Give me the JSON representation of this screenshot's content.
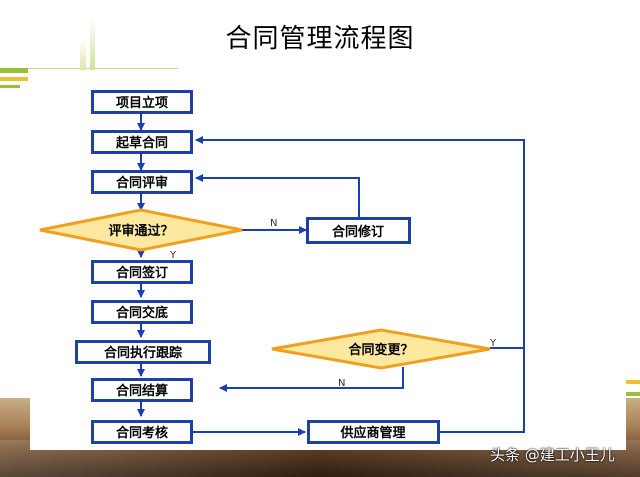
{
  "title": "合同管理流程图",
  "nodes": {
    "project_setup": "项目立项",
    "draft_contract": "起草合同",
    "contract_review": "合同评审",
    "review_passed": "评审通过？",
    "contract_revision": "合同修订",
    "contract_signing": "合同签订",
    "contract_filing": "合同交底",
    "contract_tracking": "合同执行跟踪",
    "contract_change": "合同变更？",
    "contract_settlement": "合同结算",
    "contract_assessment": "合同考核",
    "supplier_management": "供应商管理"
  },
  "edge_labels": {
    "review_no": "N",
    "review_yes": "Y",
    "change_yes": "Y",
    "change_no": "N"
  },
  "colors": {
    "box_fill": "#1e3fa6",
    "box_inner": "#ffffff",
    "diamond_fill": "#fde8a0",
    "diamond_stroke": "#f0a020",
    "arrow": "#1b3fb0"
  },
  "watermark": "头条 @建工小王儿"
}
